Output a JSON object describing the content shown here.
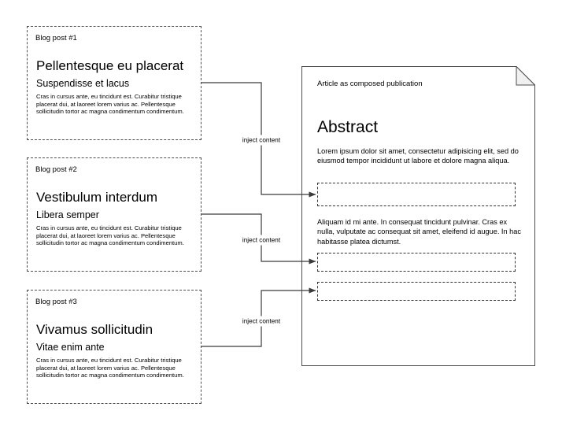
{
  "diagram": {
    "type": "content-injection-flow",
    "background_color": "#ffffff",
    "line_color": "#4d4d4d",
    "text_color": "#000000"
  },
  "posts": [
    {
      "kicker": "Blog post #1",
      "title": "Pellentesque eu placerat",
      "subtitle": "Suspendisse et lacus",
      "body": "Cras in cursus ante, eu tincidunt est. Curabitur tristique placerat dui, at laoreet lorem varius ac. Pellentesque sollicitudin tortor ac magna condimentum condimentum."
    },
    {
      "kicker": "Blog post #2",
      "title": "Vestibulum interdum",
      "subtitle": "Libera semper",
      "body": "Cras in cursus ante, eu tincidunt est. Curabitur tristique placerat dui, at laoreet lorem varius ac. Pellentesque sollicitudin tortor ac magna condimentum condimentum."
    },
    {
      "kicker": "Blog post #3",
      "title": "Vivamus sollicitudin",
      "subtitle": "Vitae enim ante",
      "body": "Cras in cursus ante, eu tincidunt est. Curabitur tristique placerat dui, at laoreet lorem varius ac. Pellentesque sollicitudin tortor ac magna condimentum condimentum."
    }
  ],
  "document": {
    "kicker": "Article as composed publication",
    "heading": "Abstract",
    "paragraphs": [
      "Lorem ipsum dolor sit amet, consectetur adipisicing elit, sed do eiusmod tempor incididunt ut labore et dolore magna aliqua.",
      "Aliquam id mi ante. In consequat tincidunt pulvinar. Cras ex nulla, vulputate ac consequat sit amet, eleifend id augue. In hac habitasse platea dictumst."
    ],
    "slots": [
      "",
      "",
      ""
    ]
  },
  "connectors": [
    {
      "label": "inject content"
    },
    {
      "label": "inject content"
    },
    {
      "label": "inject content"
    }
  ]
}
